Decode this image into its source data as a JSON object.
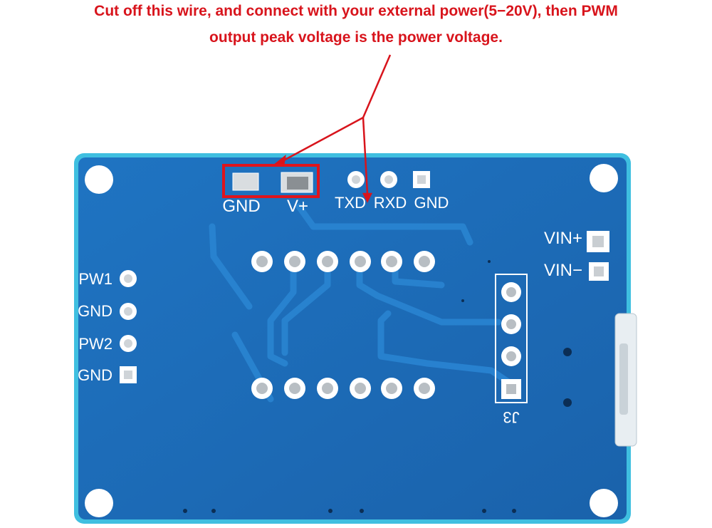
{
  "annotation": {
    "line1": "Cut off this wire, and connect with your external power(5−20V), then PWM",
    "line2": "output peak voltage is the power voltage.",
    "color": "#d8141c"
  },
  "board": {
    "color": "#1d6bb8",
    "edge_color": "#3fbfe0",
    "top_pads": {
      "gnd": "GND",
      "vplus": "V+",
      "txd": "TXD",
      "rxd": "RXD",
      "gnd2": "GND"
    },
    "left_pads": {
      "pw1": "PW1",
      "gnd1": "GND",
      "pw2": "PW2",
      "gnd2": "GND"
    },
    "right_pads": {
      "vin_plus": "VIN+",
      "vin_minus": "VIN−"
    },
    "connector_label": "J3"
  }
}
